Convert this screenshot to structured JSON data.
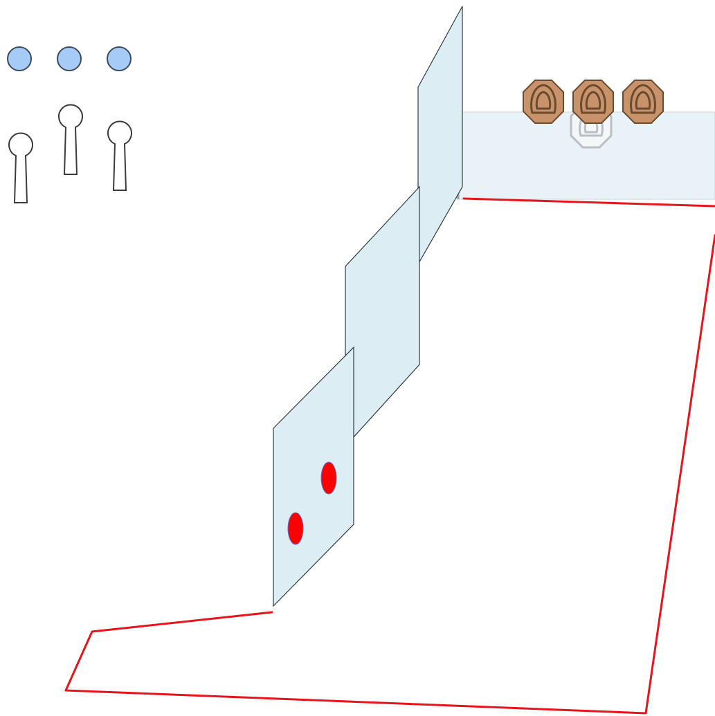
{
  "colors": {
    "panel_fill": "#dcedf3",
    "panel_stroke": "#2f3a3f",
    "strip_fill": "#e9f3f7",
    "boundary": "#e8141b",
    "marker_red": "#ff0000",
    "marker_stroke": "#5a6fd6",
    "circle_fill": "#a6cbf7",
    "circle_stroke": "#3b4a5a",
    "target_brown": "#c8936a",
    "target_brown_dark": "#6b4a2e",
    "target_ghost": "#b9bfc4"
  },
  "legend": {
    "circles": [
      "blue-circle",
      "blue-circle",
      "blue-circle"
    ],
    "pins": [
      "keyhole-pin",
      "keyhole-pin",
      "keyhole-pin"
    ]
  },
  "targets": {
    "brown_count": 3,
    "ghost_count": 1
  },
  "panels": [
    "front-panel",
    "middle-panel",
    "back-panel"
  ],
  "markers": [
    "red-marker",
    "red-marker"
  ]
}
